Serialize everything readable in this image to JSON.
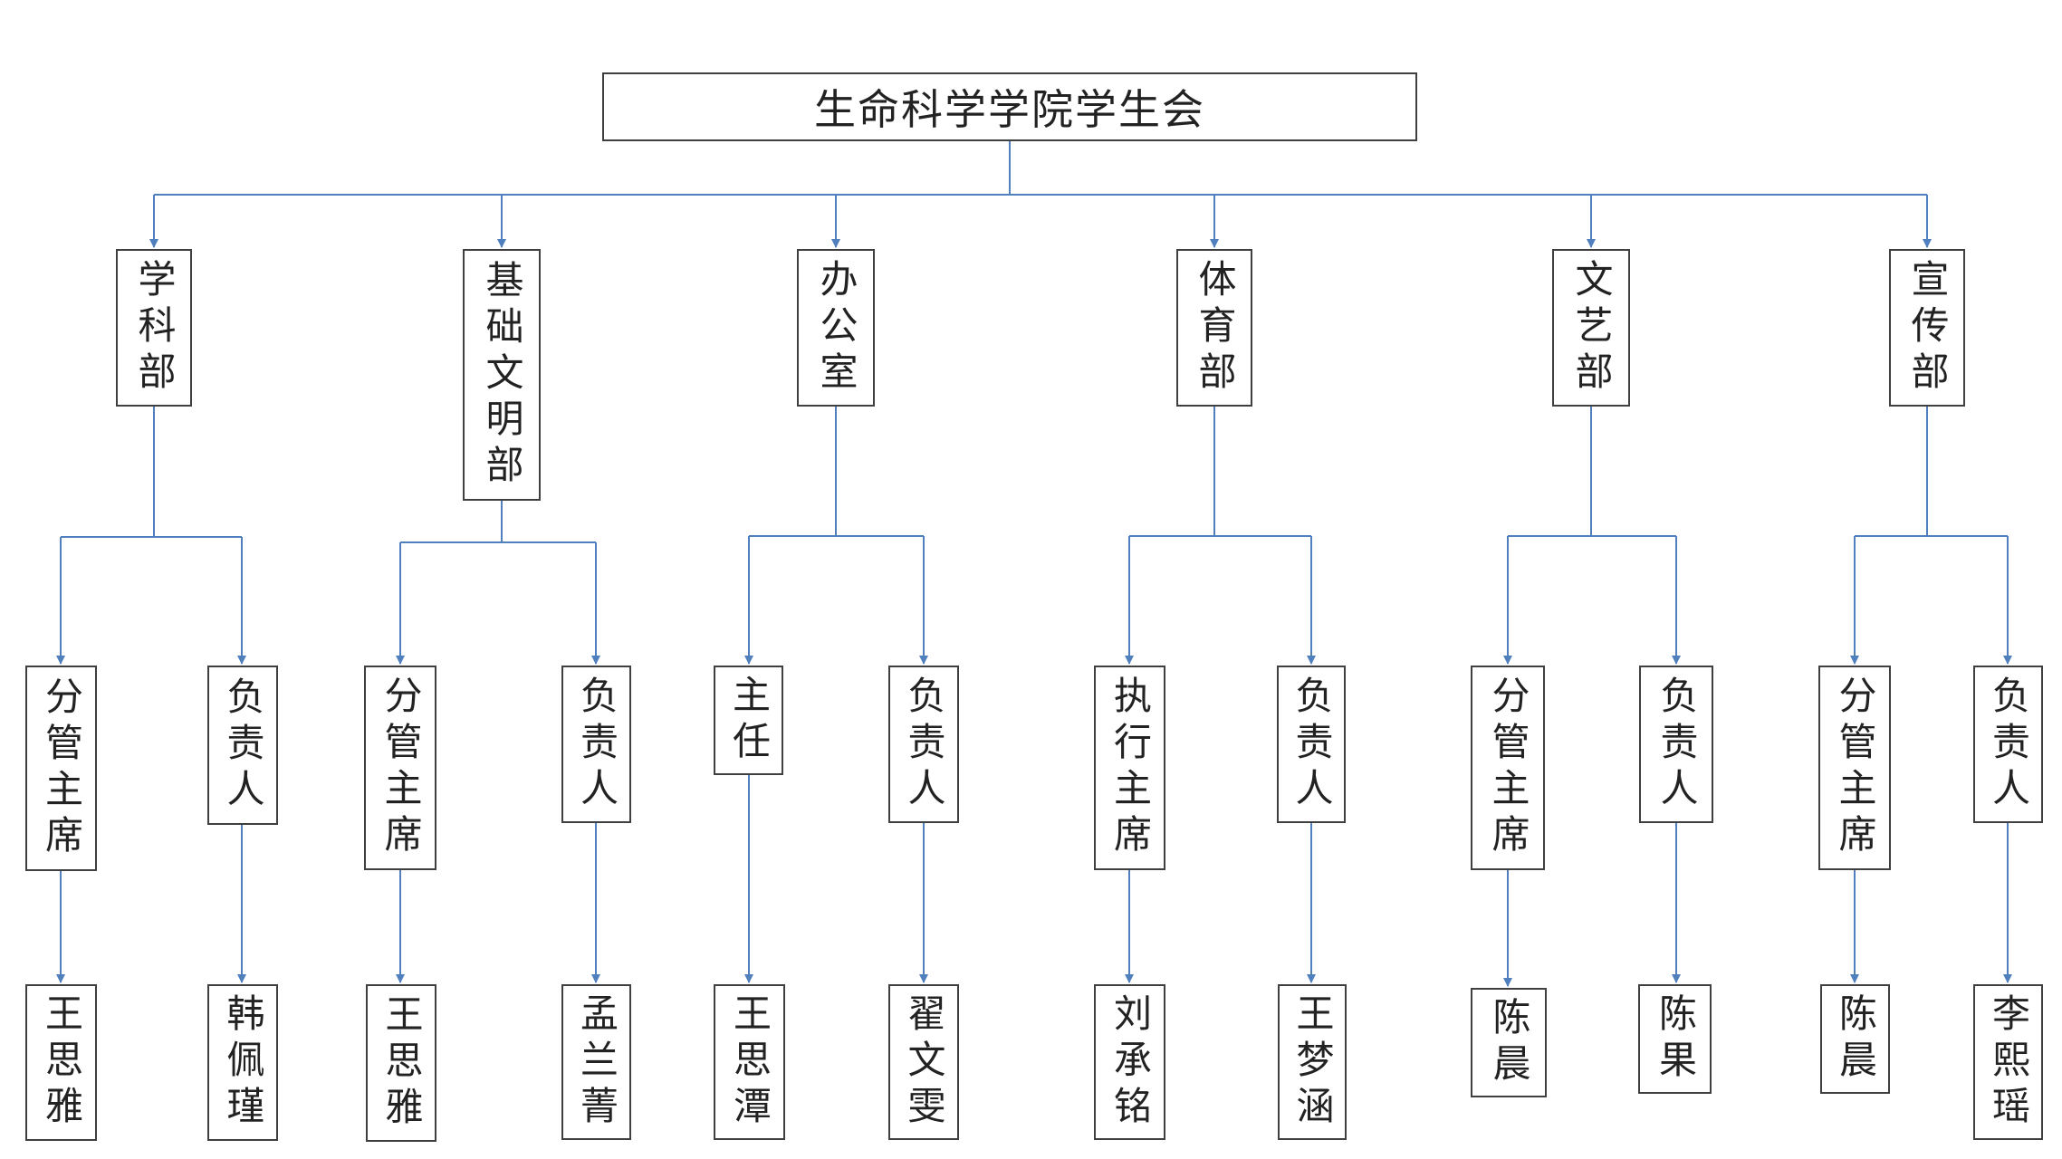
{
  "root": "生命科学学院学生会",
  "departments": [
    {
      "name": "学科部",
      "roles": [
        {
          "title": "分管主席",
          "person": "王思雅"
        },
        {
          "title": "负责人",
          "person": "韩佩瑾"
        }
      ]
    },
    {
      "name": "基础文明部",
      "roles": [
        {
          "title": "分管主席",
          "person": "王思雅"
        },
        {
          "title": "负责人",
          "person": "孟兰菁"
        }
      ]
    },
    {
      "name": "办公室",
      "roles": [
        {
          "title": "主任",
          "person": "王思潭"
        },
        {
          "title": "负责人",
          "person": "翟文雯"
        }
      ]
    },
    {
      "name": "体育部",
      "roles": [
        {
          "title": "执行主席",
          "person": "刘承铭"
        },
        {
          "title": "负责人",
          "person": "王梦涵"
        }
      ]
    },
    {
      "name": "文艺部",
      "roles": [
        {
          "title": "分管主席",
          "person": "陈晨"
        },
        {
          "title": "负责人",
          "person": "陈果"
        }
      ]
    },
    {
      "name": "宣传部",
      "roles": [
        {
          "title": "分管主席",
          "person": "陈晨"
        },
        {
          "title": "负责人",
          "person": "李熙瑶"
        }
      ]
    }
  ],
  "colors": {
    "connector": "#4f7fbd",
    "border": "#3f3f3f",
    "text": "#222222",
    "background": "#ffffff"
  }
}
